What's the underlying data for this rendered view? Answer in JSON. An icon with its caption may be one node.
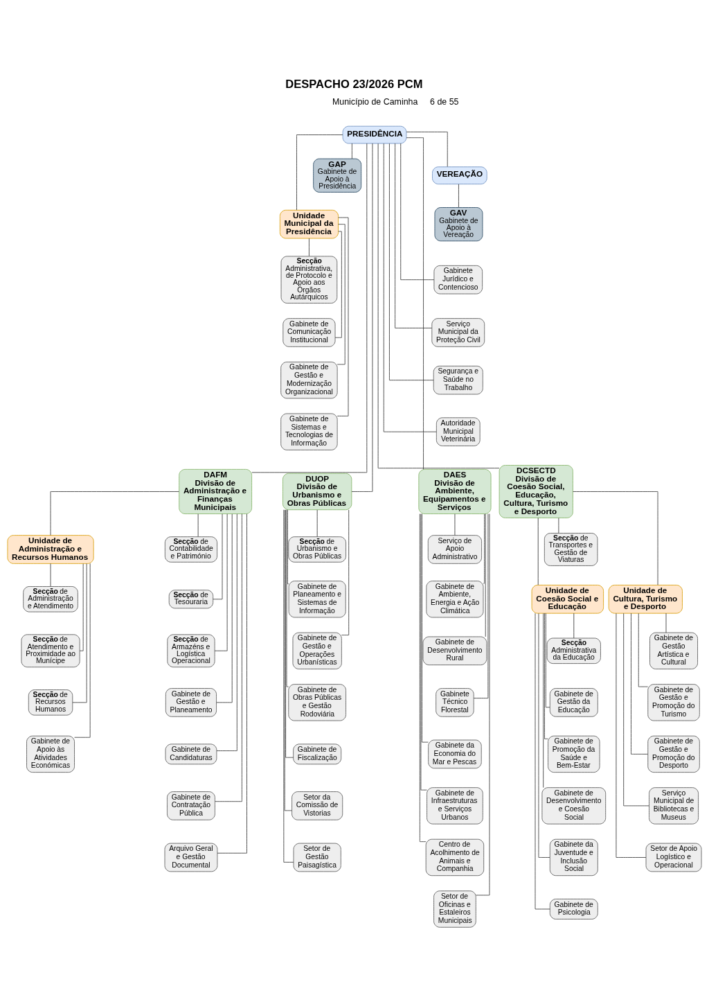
{
  "diagram": {
    "title": "DESPACHO 23/2026 PCM",
    "nodes": [
      {
        "text": [
          "PRESIDÊNCIA"
        ]
      },
      {
        "text": [
          "GAP",
          "Gabinete de Apoio à Presidência"
        ]
      },
      {
        "text": [
          "VEREAÇÃO"
        ]
      },
      {
        "text": [
          "GAV",
          "Gabinete de Apoio à Vereação"
        ]
      },
      {
        "text": [
          "Unidade Municipal da Presidência"
        ]
      },
      {
        "text": [
          "**Secção** Administrativa, de Protocolo e Apoio aos Órgãos Autárquicos"
        ]
      },
      {
        "text": [
          "Gabinete de Comunicação Institucional"
        ]
      },
      {
        "text": [
          "Gabinete de Gestão e Modernização Organizacional"
        ]
      },
      {
        "text": [
          "Gabinete de Sistemas e Tecnologias de Informação"
        ]
      },
      {
        "text": [
          "Gabinete Jurídico e Contencioso"
        ]
      },
      {
        "text": [
          "Serviço Municipal da Proteção Civil"
        ]
      },
      {
        "text": [
          "Segurança e Saúde no Trabalho"
        ]
      },
      {
        "text": [
          "Autoridade Municipal Veterinária"
        ]
      },
      {
        "text": [
          "DAFM",
          "Divisão de Administração e Finanças Municipais"
        ]
      },
      {
        "text": [
          "Unidade de Administração e Recursos Humanos"
        ]
      },
      {
        "text": [
          "**Secção** de Administração e Atendimento"
        ]
      },
      {
        "text": [
          "**Secção** de Atendimento e Proximidade ao Munícipe"
        ]
      },
      {
        "text": [
          "**Secção** de Recursos Humanos"
        ]
      },
      {
        "text": [
          "Gabinete de Apoio às Atividades Económicas"
        ]
      },
      {
        "text": [
          "**Secção** de Contabilidade e Património"
        ]
      },
      {
        "text": [
          "**Secção** de Tesouraria"
        ]
      },
      {
        "text": [
          "**Secção** de Armazéns e Logística Operacional"
        ]
      },
      {
        "text": [
          "Gabinete de Gestão e Planeamento"
        ]
      },
      {
        "text": [
          "Gabinete de Candidaturas"
        ]
      },
      {
        "text": [
          "Gabinete de Contratação Pública"
        ]
      },
      {
        "text": [
          "Arquivo Geral e Gestão Documental"
        ]
      },
      {
        "text": [
          "DUOP",
          "Divisão de Urbanismo e Obras Públicas"
        ]
      },
      {
        "text": [
          "**Secção** de Urbanismo e Obras Públicas"
        ]
      },
      {
        "text": [
          "Gabinete de Planeamento e Sistemas de Informação"
        ]
      },
      {
        "text": [
          "Gabinete de Gestão e Operações Urbanísticas"
        ]
      },
      {
        "text": [
          "Gabinete de Obras Públicas e Gestão Rodoviária"
        ]
      },
      {
        "text": [
          "Gabinete de Fiscalização"
        ]
      },
      {
        "text": [
          "Setor da Comissão de Vistorias"
        ]
      },
      {
        "text": [
          "Setor de Gestão Paisagística"
        ]
      },
      {
        "text": [
          "DAES",
          "Divisão de Ambiente, Equipamentos e Serviços"
        ]
      },
      {
        "text": [
          "Serviço de Apoio Administrativo"
        ]
      },
      {
        "text": [
          "Gabinete de Ambiente, Energia e Ação Climática"
        ]
      },
      {
        "text": [
          "Gabinete de Desenvolvimento Rural"
        ]
      },
      {
        "text": [
          "Gabinete Técnico Florestal"
        ]
      },
      {
        "text": [
          "Gabinete da Economia do Mar e Pescas"
        ]
      },
      {
        "text": [
          "Gabinete de Infraestruturas e Serviços Urbanos"
        ]
      },
      {
        "text": [
          "Centro de Acolhimento de Animais e Companhia"
        ]
      },
      {
        "text": [
          "Setor de Oficinas e Estaleiros Municipais"
        ]
      },
      {
        "text": [
          "DCSECTD",
          "Divisão de Coesão Social, Educação, Cultura, Turismo e Desporto"
        ]
      },
      {
        "text": [
          "**Secção** de Transportes e Gestão de Viaturas"
        ]
      },
      {
        "text": [
          "Unidade de Coesão Social e Educação"
        ]
      },
      {
        "text": [
          "**Secção** Administrativa da Educação"
        ]
      },
      {
        "text": [
          "Gabinete de Gestão da Educação"
        ]
      },
      {
        "text": [
          "Gabinete de Promoção da Saúde e Bem-Estar"
        ]
      },
      {
        "text": [
          "Gabinete de Desenvolvimento e Coesão Social"
        ]
      },
      {
        "text": [
          "Gabinete da Juventude e Inclusão Social"
        ]
      },
      {
        "text": [
          "Gabinete de Psicologia"
        ]
      },
      {
        "text": [
          "Unidade de Cultura, Turismo e Desporto"
        ]
      },
      {
        "text": [
          "Gabinete de Gestão Artística e Cultural"
        ]
      },
      {
        "text": [
          "Gabinete de Gestão e Promoção do Turismo"
        ]
      },
      {
        "text": [
          "Gabinete de Gestão e Promoção do Desporto"
        ]
      },
      {
        "text": [
          "Serviço Municipal de Bibliotecas e Museus"
        ]
      },
      {
        "text": [
          "Setor de Apoio Logístico e Operacional"
        ]
      }
    ],
    "edges": [
      {
        "from": 0,
        "to": 1,
        "arrow": "none"
      },
      {
        "from": 0,
        "to": 2,
        "arrow": "none"
      },
      {
        "from": 2,
        "to": 3,
        "arrow": "none"
      },
      {
        "from": 0,
        "to": 4,
        "arrow": "none"
      },
      {
        "from": 4,
        "to": 5,
        "arrow": "none"
      },
      {
        "from": 4,
        "to": 6,
        "arrow": "none"
      },
      {
        "from": 4,
        "to": 7,
        "arrow": "none"
      },
      {
        "from": 4,
        "to": 8,
        "arrow": "none"
      },
      {
        "from": 0,
        "to": 9,
        "arrow": "none"
      },
      {
        "from": 0,
        "to": 10,
        "arrow": "none"
      },
      {
        "from": 0,
        "to": 11,
        "arrow": "none"
      },
      {
        "from": 0,
        "to": 12,
        "arrow": "none"
      },
      {
        "from": 0,
        "to": 13,
        "arrow": "none"
      },
      {
        "from": 0,
        "to": 26,
        "arrow": "none"
      },
      {
        "from": 0,
        "to": 34,
        "arrow": "none"
      },
      {
        "from": 0,
        "to": 43,
        "arrow": "none"
      },
      {
        "from": 13,
        "to": 14,
        "arrow": "none"
      },
      {
        "from": 14,
        "to": 15,
        "arrow": "none"
      },
      {
        "from": 14,
        "to": 16,
        "arrow": "none"
      },
      {
        "from": 14,
        "to": 17,
        "arrow": "none"
      },
      {
        "from": 14,
        "to": 18,
        "arrow": "none"
      },
      {
        "from": 13,
        "to": 19,
        "arrow": "none"
      },
      {
        "from": 13,
        "to": 20,
        "arrow": "none"
      },
      {
        "from": 13,
        "to": 21,
        "arrow": "none"
      },
      {
        "from": 13,
        "to": 22,
        "arrow": "none"
      },
      {
        "from": 13,
        "to": 23,
        "arrow": "none"
      },
      {
        "from": 13,
        "to": 24,
        "arrow": "none"
      },
      {
        "from": 13,
        "to": 25,
        "arrow": "none"
      },
      {
        "from": 26,
        "to": 27,
        "arrow": "none"
      },
      {
        "from": 26,
        "to": 28,
        "arrow": "none"
      },
      {
        "from": 26,
        "to": 29,
        "arrow": "none"
      },
      {
        "from": 26,
        "to": 30,
        "arrow": "none"
      },
      {
        "from": 26,
        "to": 31,
        "arrow": "none"
      },
      {
        "from": 26,
        "to": 32,
        "arrow": "none"
      },
      {
        "from": 26,
        "to": 33,
        "arrow": "none"
      },
      {
        "from": 34,
        "to": 35,
        "arrow": "none"
      },
      {
        "from": 34,
        "to": 36,
        "arrow": "none"
      },
      {
        "from": 34,
        "to": 37,
        "arrow": "none"
      },
      {
        "from": 34,
        "to": 38,
        "arrow": "none"
      },
      {
        "from": 34,
        "to": 39,
        "arrow": "none"
      },
      {
        "from": 34,
        "to": 40,
        "arrow": "none"
      },
      {
        "from": 34,
        "to": 41,
        "arrow": "none"
      },
      {
        "from": 34,
        "to": 42,
        "arrow": "none"
      },
      {
        "from": 43,
        "to": 44,
        "arrow": "none"
      },
      {
        "from": 43,
        "to": 45,
        "arrow": "none"
      },
      {
        "from": 43,
        "to": 52,
        "arrow": "none"
      },
      {
        "from": 45,
        "to": 46,
        "arrow": "none"
      },
      {
        "from": 45,
        "to": 47,
        "arrow": "none"
      },
      {
        "from": 45,
        "to": 48,
        "arrow": "none"
      },
      {
        "from": 45,
        "to": 49,
        "arrow": "none"
      },
      {
        "from": 45,
        "to": 50,
        "arrow": "none"
      },
      {
        "from": 45,
        "to": 51,
        "arrow": "none"
      },
      {
        "from": 52,
        "to": 53,
        "arrow": "none"
      },
      {
        "from": 52,
        "to": 54,
        "arrow": "none"
      },
      {
        "from": 52,
        "to": 55,
        "arrow": "none"
      },
      {
        "from": 52,
        "to": 56,
        "arrow": "none"
      },
      {
        "from": 52,
        "to": 57,
        "arrow": "none"
      }
    ],
    "labels": [
      "Município de Caminha",
      "6 de 55"
    ]
  }
}
